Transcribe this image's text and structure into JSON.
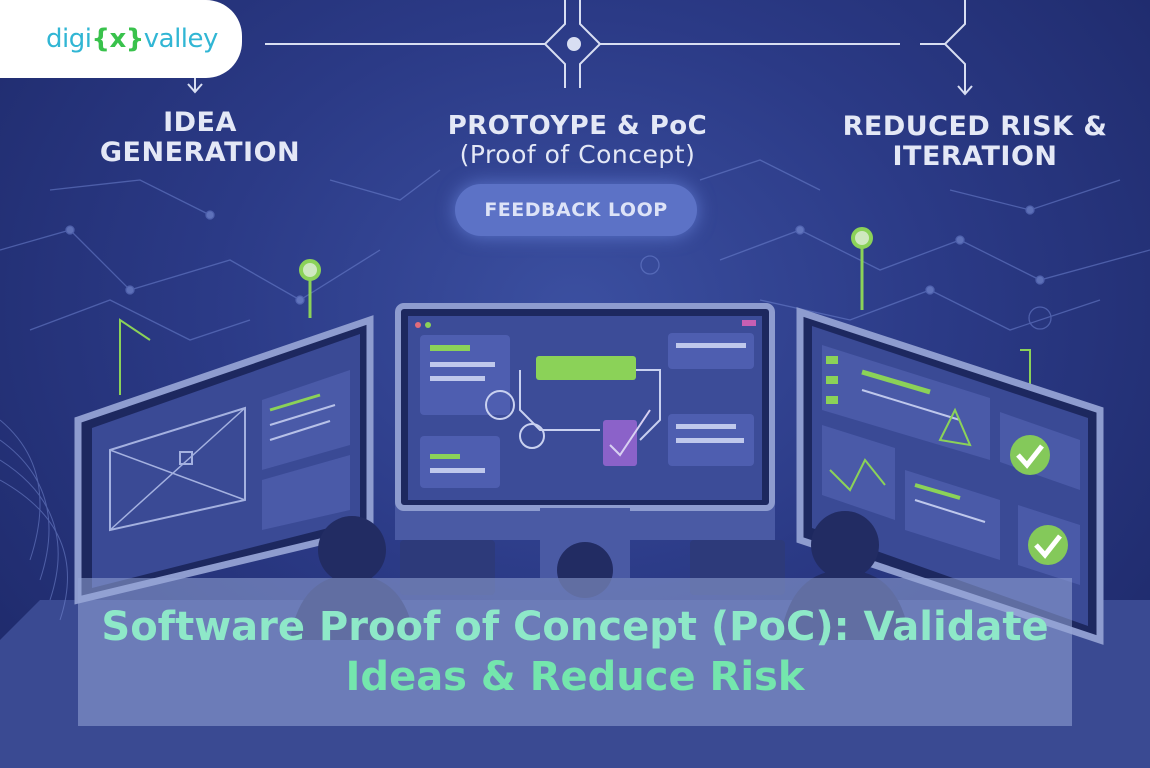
{
  "logo": {
    "prefix": "digi",
    "bracket": "{x}",
    "suffix": "valley"
  },
  "stages": {
    "idea": "IDEA GENERATION",
    "prototype_title": "PROTOYPE & PoC",
    "prototype_sub": "(Proof of Concept)",
    "feedback": "FEEDBACK LOOP",
    "risk": "REDUCED RISK & ITERATION"
  },
  "caption": {
    "line1": "Software Proof of Concept (PoC): Validate",
    "line2": "Ideas & Reduce Risk"
  },
  "colors": {
    "background": "#2b3a86",
    "accent_green": "#8bd258",
    "caption_text": "#74e6ad",
    "logo_blue": "#31b6d4"
  }
}
